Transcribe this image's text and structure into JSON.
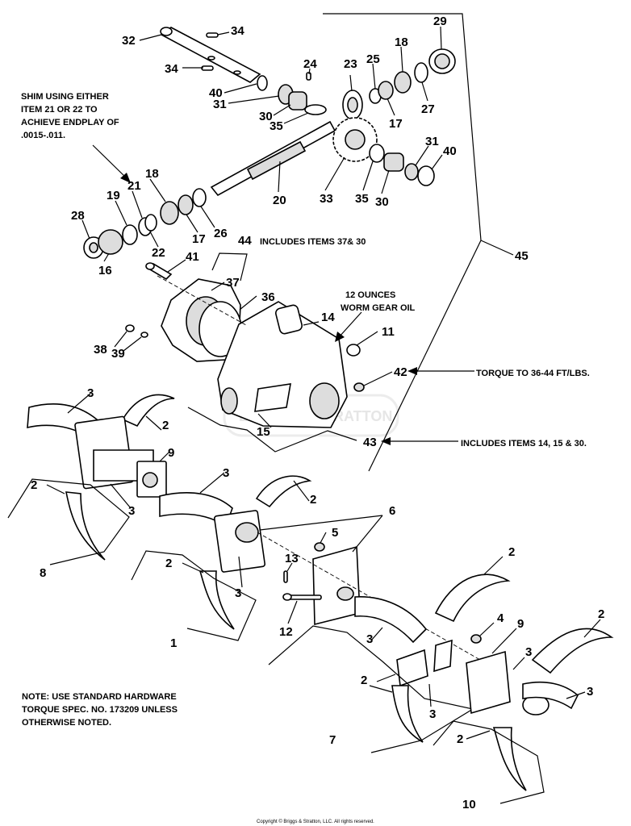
{
  "notes": {
    "shim_line1": "SHIM USING EITHER",
    "shim_line2": "ITEM 21 OR 22 TO",
    "shim_line3": "ACHIEVE ENDPLAY OF",
    "shim_line4": ".0015-.011.",
    "includes_44": "INCLUDES ITEMS 37& 30",
    "oil_line1": "12 OUNCES",
    "oil_line2": "WORM GEAR OIL",
    "torque_42": "TORQUE TO 36-44 FT/LBS.",
    "includes_43": "INCLUDES ITEMS 14, 15 & 30.",
    "std_line1": "NOTE:  USE STANDARD HARDWARE",
    "std_line2": "TORQUE SPEC. NO. 173209 UNLESS",
    "std_line3": "OTHERWISE NOTED.",
    "copyright": "Copyright © Briggs & Stratton, LLC. All rights reserved.",
    "watermark": "BRIGGS & STRATTON"
  },
  "callouts": {
    "c32": "32",
    "c34a": "34",
    "c34b": "34",
    "c24": "24",
    "c40a": "40",
    "c31a": "31",
    "c30a": "30",
    "c35a": "35",
    "c23": "23",
    "c25": "25",
    "c18a": "18",
    "c29": "29",
    "c27": "27",
    "c17a": "17",
    "c20": "20",
    "c33": "33",
    "c35b": "35",
    "c30b": "30",
    "c31b": "31",
    "c40b": "40",
    "c28": "28",
    "c19": "19",
    "c21": "21",
    "c18b": "18",
    "c22": "22",
    "c17b": "17",
    "c26": "26",
    "c16": "16",
    "c45": "45",
    "c44": "44",
    "c41": "41",
    "c37": "37",
    "c36": "36",
    "c14": "14",
    "c11": "11",
    "c38": "38",
    "c39": "39",
    "c42": "42",
    "c15": "15",
    "c43": "43",
    "c3a": "3",
    "c2a": "2",
    "c9a": "9",
    "c2b": "2",
    "c3b": "3",
    "c8": "8",
    "c3c": "3",
    "c2c": "2",
    "c6": "6",
    "c5": "5",
    "c13": "13",
    "c2d": "2",
    "c3d": "3",
    "c12": "12",
    "c1": "1",
    "c2e": "2",
    "c4": "4",
    "c9b": "9",
    "c2f": "2",
    "c3e": "3",
    "c3f": "3",
    "c3g": "3",
    "c2g": "2",
    "c7": "7",
    "c2h": "2",
    "c10": "10"
  }
}
